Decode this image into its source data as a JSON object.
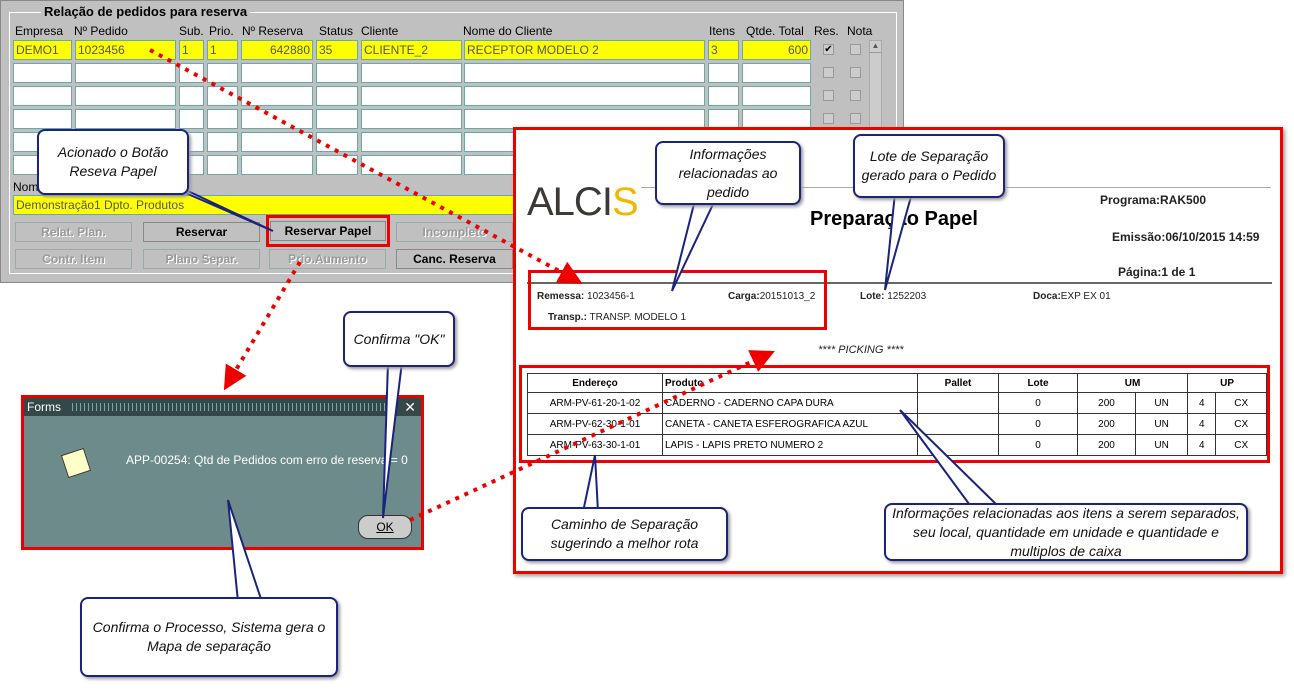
{
  "form": {
    "group_title": "Relação de pedidos para reserva",
    "columns": [
      "Empresa",
      "Nº Pedido",
      "Sub.",
      "Prio.",
      "Nº Reserva",
      "Status",
      "Cliente",
      "Nome do Cliente",
      "Itens",
      "Qtde. Total",
      "Res.",
      "Nota"
    ],
    "row": {
      "empresa": "DEMO1",
      "pedido": "1023456",
      "sub": "1",
      "prio": "1",
      "reserva": "642880",
      "status": "35",
      "cliente": "CLIENTE_2",
      "nome": "RECEPTOR MODELO 2",
      "itens": "3",
      "qtde": "600",
      "res": true,
      "nota": false
    },
    "nome_label": "Nom",
    "nome_value": "Demonstração1 Dpto. Produtos",
    "buttons": [
      "Relat. Plan.",
      "Reservar",
      "Reservar Papel",
      "Incompleto",
      "Contr. Item",
      "Plano Separ.",
      "Prio.Aumento",
      "Canc. Reserva"
    ]
  },
  "report": {
    "logo": "ALCIS",
    "title": "Preparação Papel",
    "programa": "Programa:RAK500",
    "emissao": "Emissão:06/10/2015 14:59",
    "pagina": "Página:1 de 1",
    "remessa_label": "Remessa:",
    "remessa": "1023456-1",
    "carga_label": "Carga:",
    "carga": "20151013_2",
    "lote_label": "Lote:",
    "lote": "1252203",
    "doca_label": "Doca:",
    "doca": "EXP EX 01",
    "transp_label": "Transp.:",
    "transp": "TRANSP. MODELO 1",
    "picking": "**** PICKING ****",
    "headers": [
      "Endereço",
      "Produto",
      "Pallet",
      "Lote",
      "UM",
      "UP"
    ],
    "rows": [
      [
        "ARM-PV-61-20-1-02",
        "CADERNO - CADERNO CAPA DURA",
        "",
        "0",
        "200",
        "UN",
        "4",
        "CX"
      ],
      [
        "ARM-PV-62-30-1-01",
        "CANETA - CANETA ESFEROGRAFICA AZUL",
        "",
        "0",
        "200",
        "UN",
        "4",
        "CX"
      ],
      [
        "ARM-PV-63-30-1-01",
        "LAPIS - LAPIS PRETO NUMERO 2",
        "",
        "0",
        "200",
        "UN",
        "4",
        "CX"
      ]
    ]
  },
  "dialog": {
    "title": "Forms",
    "message": "APP-00254: Qtd de Pedidos com erro de reserva = 0",
    "ok": "OK"
  },
  "callouts": {
    "acionado": "Acionado o Botão Reseva Papel",
    "info_pedido": "Informações relacionadas ao pedido",
    "lote": "Lote de Separação gerado para o Pedido",
    "confirma_ok": "Confirma \"OK\"",
    "caminho": "Caminho de Separação sugerindo a melhor rota",
    "info_itens": "Informações relacionadas aos itens a serem separados, seu local, quantidade em unidade e quantidade e multiplos de caixa",
    "confirma_processo": "Confirma o Processo, Sistema gera o Mapa de separação"
  }
}
